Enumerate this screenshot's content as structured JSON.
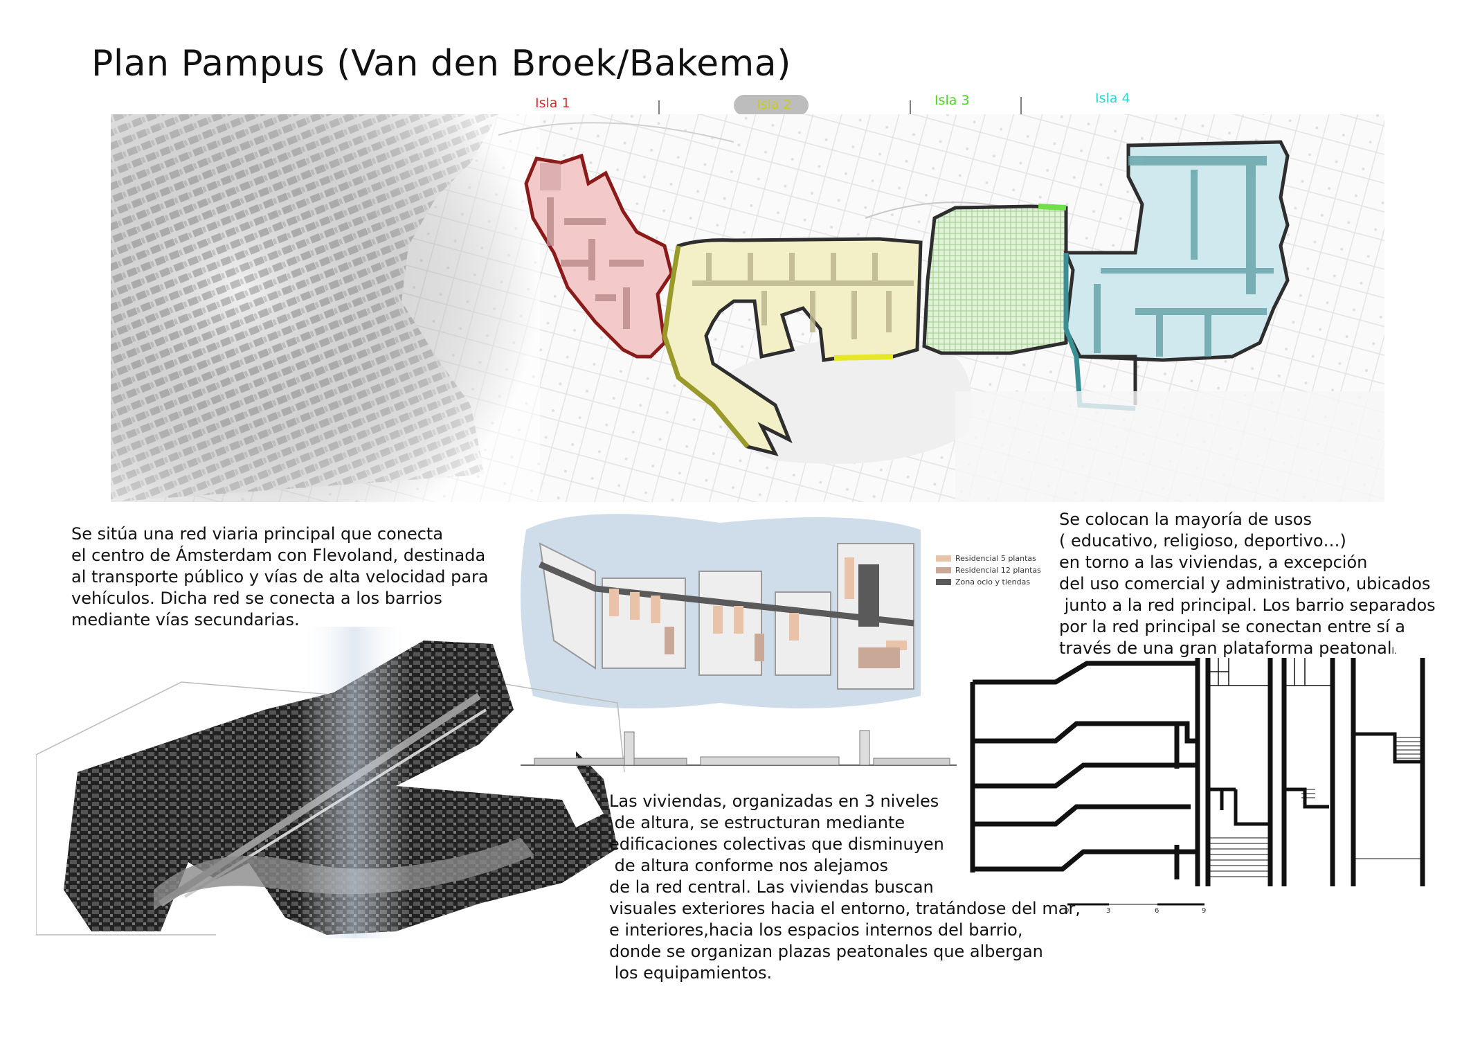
{
  "title": "Plan Pampus (Van den Broek/Bakema)",
  "islands": [
    {
      "label": "Isla 1",
      "color": "#d0312d"
    },
    {
      "label": "Isla 2",
      "color": "#c9c92a"
    },
    {
      "label": "Isla 3",
      "color": "#4cd426"
    },
    {
      "label": "Isla 4",
      "color": "#2fd5d5"
    }
  ],
  "island_highlight_color": "#bdbdbd",
  "map_colors": {
    "isla1": {
      "stroke": "#8b1a1a",
      "fill": "#f3c9c9"
    },
    "isla2": {
      "stroke": "#9a9a2a",
      "fill": "#f3f0c8"
    },
    "isla3": {
      "stroke": "#2e2e2e",
      "fill": "#d9efcf"
    },
    "isla4": {
      "stroke": "#3a8f95",
      "fill": "#cfe9ee"
    }
  },
  "paragraphs": {
    "left": "Se sitúa una red viaria principal que conecta\nel centro de Ámsterdam con Flevoland, destinada\nal transporte público y vías de alta velocidad para\nvehículos. Dicha red se conecta a los barrios\nmediante vías secundarias.",
    "right": "Se colocan la mayoría de usos\n( educativo, religioso, deportivo…)\nen torno a las viviendas, a excepción\ndel uso comercial y administrativo, ubicados\n junto a la red principal. Los barrio separados\npor la red principal se conectan entre sí a\ntravés de una gran plataforma peatonal",
    "right_suffix": "l.",
    "bottom": "Las viviendas, organizadas en 3 niveles\n de altura, se estructuran mediante\nedificaciones colectivas que disminuyen\n de altura conforme nos alejamos\nde la red central. Las viviendas buscan\nvisuales exteriores hacia el entorno, tratándose del mar,\ne interiores,hacia los espacios internos del barrio,\ndonde se organizan plazas peatonales que albergan\n los equipamientos."
  },
  "legend": [
    {
      "label": "Residencial 5 plantas",
      "color": "#e8c3a8"
    },
    {
      "label": "Residencial 12 plantas",
      "color": "#c9a898"
    },
    {
      "label": "Zona ocio y tiendas",
      "color": "#5a5a5a"
    }
  ],
  "scale": [
    "0",
    "3",
    "6",
    "9"
  ]
}
